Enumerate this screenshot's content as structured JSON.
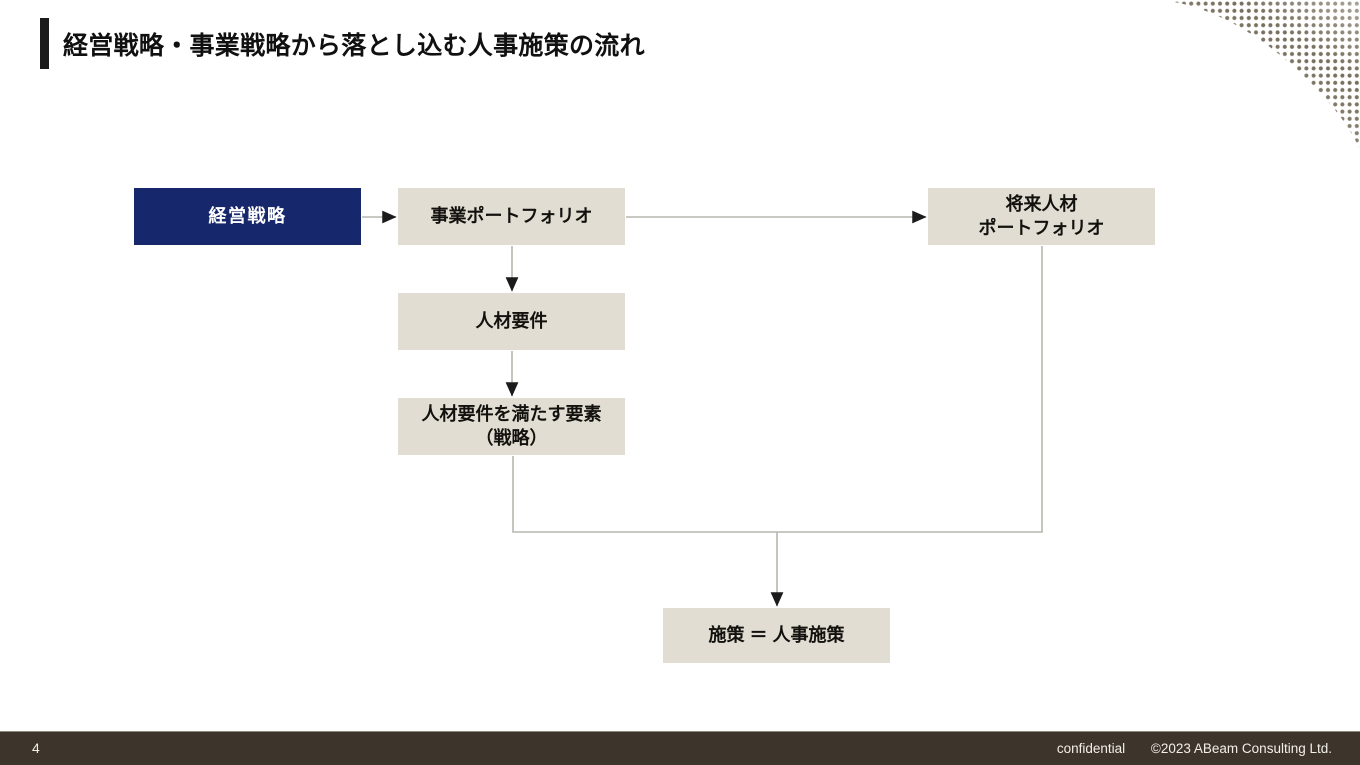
{
  "slide": {
    "title": "経営戦略・事業戦略から落とし込む人事施策の流れ",
    "background_color": "#ffffff",
    "accent_bar_color": "#1b1b1b"
  },
  "colors": {
    "navy": "#16276b",
    "beige": "#e1ddd2",
    "footer": "#3d352b",
    "connector": "#b9b6ae",
    "deco_dot": "#6f6552"
  },
  "diagram": {
    "nodes": [
      {
        "id": "strategy",
        "label": "経営戦略",
        "style": "navy"
      },
      {
        "id": "portfolio",
        "label": "事業ポートフォリオ",
        "style": "beige"
      },
      {
        "id": "future",
        "line1": "将来人材",
        "line2": "ポートフォリオ",
        "style": "beige"
      },
      {
        "id": "requirements",
        "label": "人材要件",
        "style": "beige"
      },
      {
        "id": "elements",
        "line1": "人材要件を満たす要素",
        "line2": "（戦略）",
        "style": "beige"
      },
      {
        "id": "measures",
        "label": "施策 ＝ 人事施策",
        "style": "beige"
      }
    ],
    "edges": [
      {
        "from": "strategy",
        "to": "portfolio",
        "kind": "arrow-right"
      },
      {
        "from": "portfolio",
        "to": "future",
        "kind": "arrow-right-long"
      },
      {
        "from": "portfolio",
        "to": "requirements",
        "kind": "arrow-down"
      },
      {
        "from": "requirements",
        "to": "elements",
        "kind": "arrow-down"
      },
      {
        "from": "elements",
        "to": "measures",
        "kind": "elbow-down"
      },
      {
        "from": "future",
        "to": "measures",
        "kind": "elbow-down"
      }
    ]
  },
  "footer": {
    "page_number": "4",
    "confidential": "confidential",
    "copyright": "©2023  ABeam Consulting Ltd."
  }
}
